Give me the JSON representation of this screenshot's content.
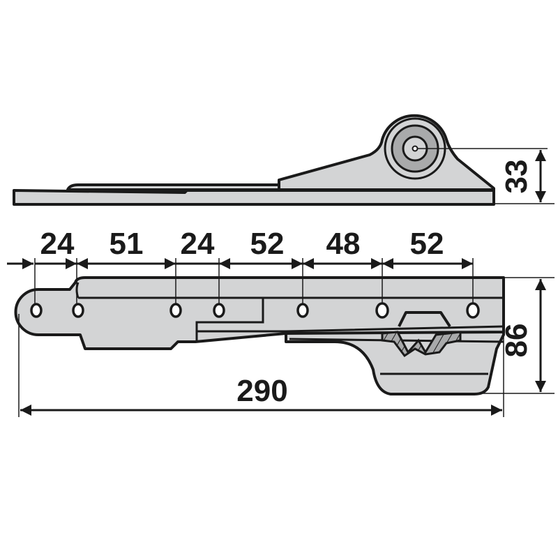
{
  "drawing": {
    "side_view": {
      "height_dimension": "33"
    },
    "plan_view": {
      "hole_spacings": [
        "24",
        "51",
        "24",
        "52",
        "48",
        "52"
      ],
      "overall_length": "290",
      "overall_height": "86"
    },
    "colors": {
      "part_fill": "#d3d4d5",
      "boss_fill": "#a9aaab",
      "line": "#1a1a1a"
    }
  }
}
